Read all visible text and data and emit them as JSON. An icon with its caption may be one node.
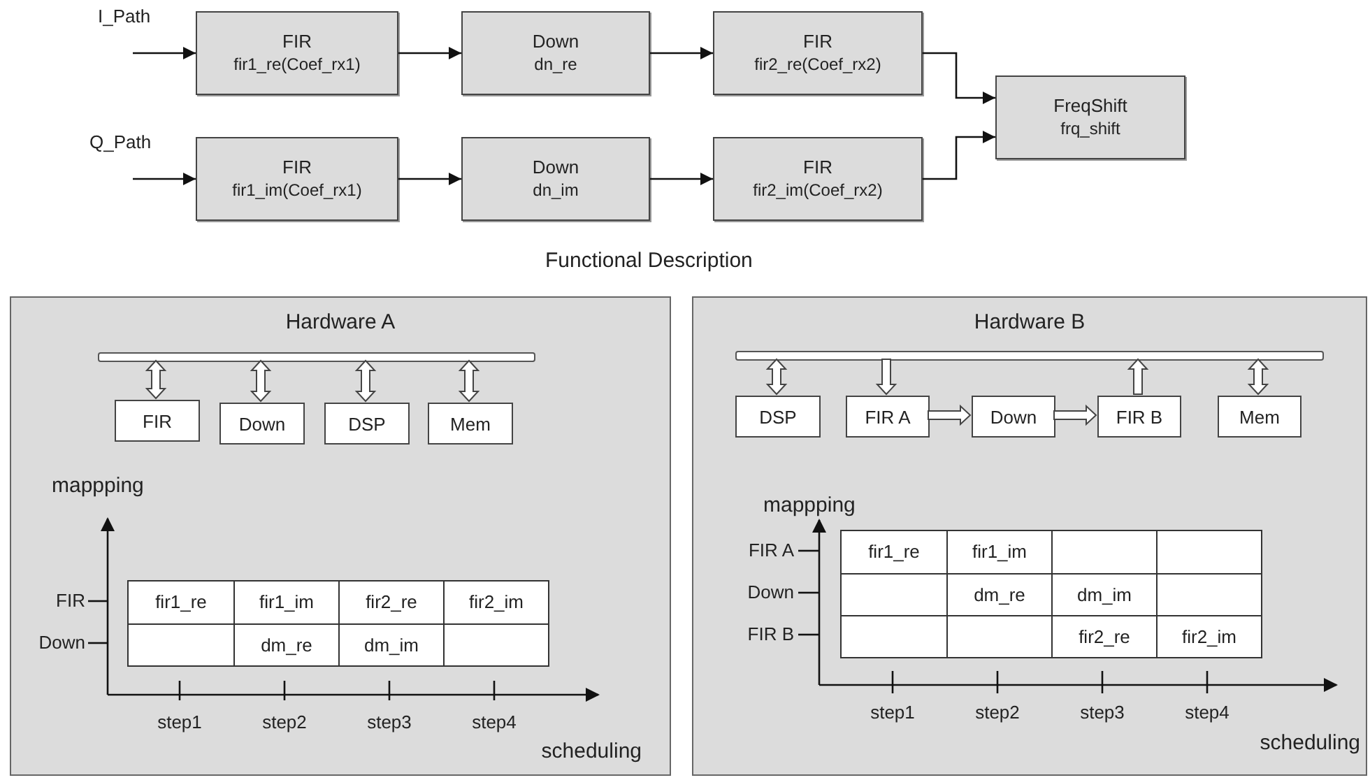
{
  "diagram": {
    "nodes": [
      {
        "text": [
          "FIR",
          "fir1_re(Coef_rx1)"
        ]
      },
      {
        "text": [
          "Down",
          "dn_re"
        ]
      },
      {
        "text": [
          "FIR",
          "fir2_re(Coef_rx2)"
        ]
      },
      {
        "text": [
          "FreqShift",
          "frq_shift"
        ]
      },
      {
        "text": [
          "FIR",
          "fir1_im(Coef_rx1)"
        ]
      },
      {
        "text": [
          "Down",
          "dn_im"
        ]
      },
      {
        "text": [
          "FIR",
          "fir2_im(Coef_rx2)"
        ]
      },
      {
        "text": [
          "Hardware A"
        ]
      },
      {
        "text": [],
        "shape": "bar",
        "in": 7
      },
      {
        "text": [
          "FIR"
        ],
        "in": 7
      },
      {
        "text": [
          "Down"
        ],
        "in": 7
      },
      {
        "text": [
          "DSP"
        ],
        "in": 7
      },
      {
        "text": [
          "Mem"
        ],
        "in": 7
      },
      {
        "text": [
          "Hardware B"
        ]
      },
      {
        "text": [],
        "shape": "bar",
        "in": 13
      },
      {
        "text": [
          "DSP"
        ],
        "in": 13
      },
      {
        "text": [
          "FIR A"
        ],
        "in": 13
      },
      {
        "text": [
          "Down"
        ],
        "in": 13
      },
      {
        "text": [
          "FIR B"
        ],
        "in": 13
      },
      {
        "text": [
          "Mem"
        ],
        "in": 13
      }
    ],
    "edges": [
      {
        "from": null,
        "to": 0,
        "arrow": "to"
      },
      {
        "from": 0,
        "to": 1,
        "arrow": "to"
      },
      {
        "from": 1,
        "to": 2,
        "arrow": "to"
      },
      {
        "from": 2,
        "to": 3,
        "arrow": "to"
      },
      {
        "from": null,
        "to": 4,
        "arrow": "to"
      },
      {
        "from": 4,
        "to": 5,
        "arrow": "to"
      },
      {
        "from": 5,
        "to": 6,
        "arrow": "to"
      },
      {
        "from": 6,
        "to": 3,
        "arrow": "to"
      },
      {
        "from": 8,
        "to": 9,
        "arrow": "both",
        "style": "thick"
      },
      {
        "from": 8,
        "to": 10,
        "arrow": "both",
        "style": "thick"
      },
      {
        "from": 8,
        "to": 11,
        "arrow": "both",
        "style": "thick"
      },
      {
        "from": 8,
        "to": 12,
        "arrow": "both",
        "style": "thick"
      },
      {
        "from": 14,
        "to": 15,
        "arrow": "both",
        "style": "thick"
      },
      {
        "from": 14,
        "to": 16,
        "arrow": "to",
        "style": "thick"
      },
      {
        "from": 16,
        "to": 17,
        "arrow": "to",
        "style": "thick"
      },
      {
        "from": 17,
        "to": 18,
        "arrow": "to",
        "style": "thick"
      },
      {
        "from": 18,
        "to": 14,
        "arrow": "to",
        "style": "thick"
      },
      {
        "from": 14,
        "to": 19,
        "arrow": "both",
        "style": "thick"
      }
    ],
    "labels": [
      "I_Path",
      "Q_Path",
      "Functional Description",
      "mappping",
      "FIR",
      "fir1_re",
      "fir1_im",
      "fir2_re",
      "fir2_im",
      "Down",
      "dm_re",
      "dm_im",
      "step1",
      "step2",
      "step3",
      "step4",
      "scheduling",
      "mappping",
      "FIR A",
      "fir1_re",
      "fir1_im",
      "Down",
      "dm_re",
      "dm_im",
      "FIR B",
      "fir2_re",
      "fir2_im",
      "step1",
      "step2",
      "step3",
      "step4",
      "scheduling"
    ]
  }
}
